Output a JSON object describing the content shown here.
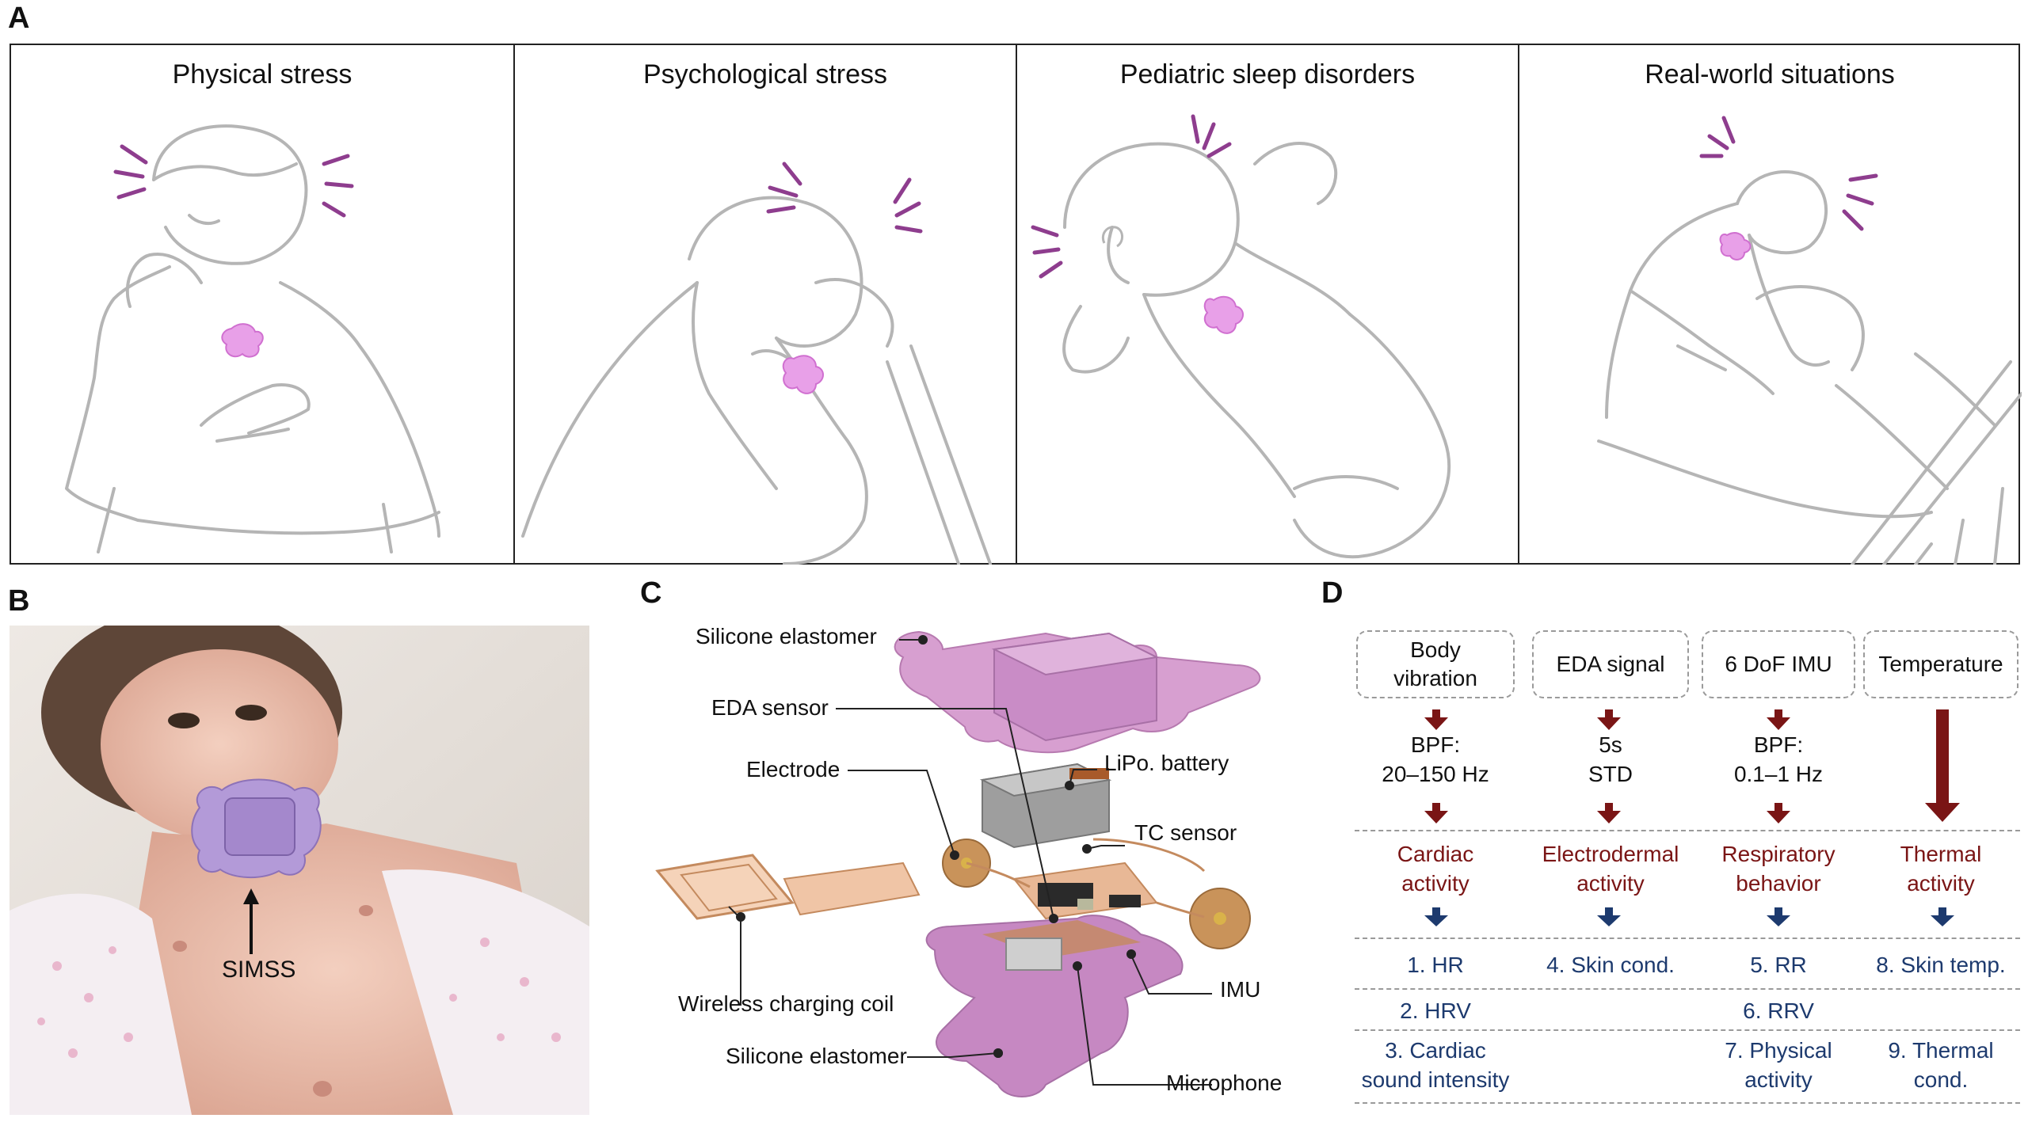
{
  "panel_labels": {
    "a": "A",
    "b": "B",
    "c": "C",
    "d": "D"
  },
  "panel_a": {
    "scenes": [
      {
        "title": "Physical stress"
      },
      {
        "title": "Psychological stress"
      },
      {
        "title": "Pediatric sleep disorders"
      },
      {
        "title": "Real-world situations"
      }
    ]
  },
  "panel_b": {
    "device_label": "SIMSS"
  },
  "panel_c": {
    "labels": {
      "silicone_top": "Silicone elastomer",
      "eda_sensor": "EDA sensor",
      "electrode": "Electrode",
      "lipo": "LiPo. battery",
      "tc_sensor": "TC sensor",
      "wireless": "Wireless charging coil",
      "imu": "IMU",
      "silicone_bottom": "Silicone elastomer",
      "microphone": "Microphone"
    }
  },
  "panel_d": {
    "columns": [
      {
        "source": "Body\nvibration",
        "process": "BPF:\n20–150 Hz",
        "activity": "Cardiac\nactivity",
        "features": [
          "1. HR",
          "2. HRV",
          "3. Cardiac\nsound intensity"
        ]
      },
      {
        "source": "EDA signal",
        "process": "5s\nSTD",
        "activity": "Electrodermal\nactivity",
        "features": [
          "4. Skin cond.",
          "",
          ""
        ]
      },
      {
        "source": "6 DoF IMU",
        "process": "BPF:\n0.1–1 Hz",
        "activity": "Respiratory\nbehavior",
        "features": [
          "5. RR",
          "6. RRV",
          "7. Physical\nactivity"
        ]
      },
      {
        "source": "Temperature",
        "process": "",
        "activity": "Thermal\nactivity",
        "features": [
          "8. Skin temp.",
          "",
          "9. Thermal\ncond."
        ]
      }
    ],
    "colors": {
      "activity": "#7a1515",
      "feature": "#1d3a6e",
      "arrow_red": "#7a1515",
      "arrow_blue": "#1d3a6e"
    }
  }
}
